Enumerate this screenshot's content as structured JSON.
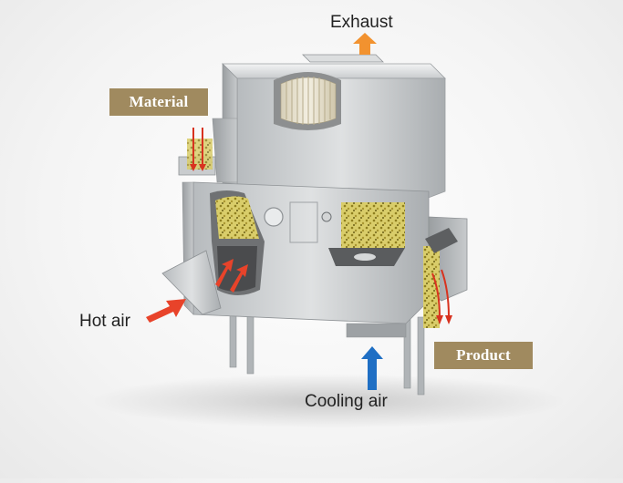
{
  "labels": {
    "exhaust": "Exhaust",
    "material": "Material",
    "hot_air": "Hot air",
    "cooling_air": "Cooling air",
    "product": "Product"
  },
  "colors": {
    "hot_arrow": "#e8432a",
    "cool_arrow": "#1f6fc4",
    "exhaust_arrow": "#f2922f",
    "material_arrow": "#d8321f",
    "tag_bg": "#a08a5f",
    "steel": "#c9ccce",
    "granules": "#cdbf4a"
  }
}
